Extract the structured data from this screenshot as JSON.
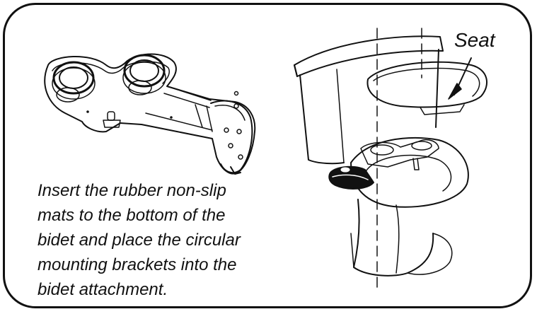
{
  "instruction_text": "Insert the rubber non-slip\nmats to the bottom of the\nbidet and place the circular\nmounting brackets into the\nbidet attachment.",
  "seat_label": "Seat",
  "colors": {
    "line": "#111111",
    "background": "#ffffff"
  },
  "icons": [
    "bidet-attachment-illustration",
    "toilet-illustration",
    "arrow-icon"
  ]
}
